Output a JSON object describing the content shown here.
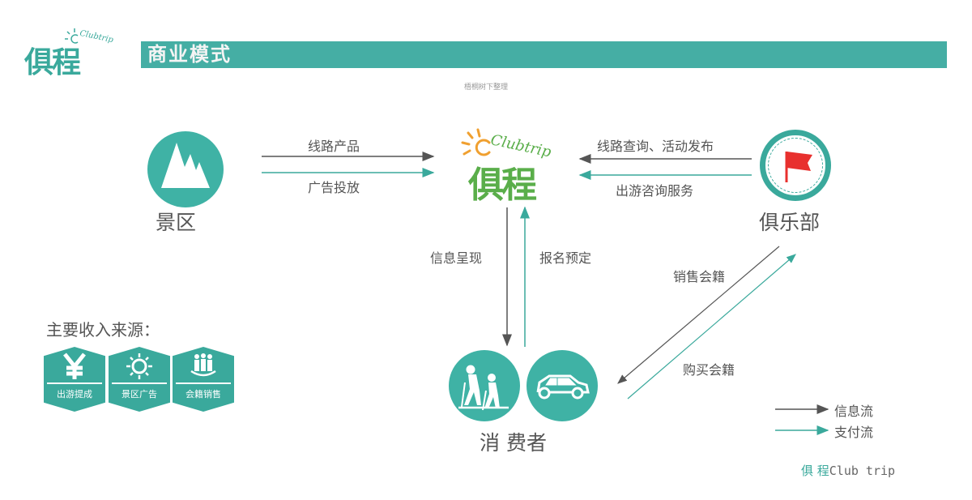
{
  "header": {
    "logo_text": "俱程",
    "logo_sub": "Clubtrip",
    "title": "商业模式",
    "subtitle": "梧桐树下整理"
  },
  "center_logo": {
    "sub": "Clubtrip",
    "main": "俱程"
  },
  "nodes": {
    "scenic": {
      "label": "景区",
      "icon": "mountain-icon"
    },
    "club": {
      "label": "俱乐部",
      "icon": "flag-icon"
    },
    "consumer": {
      "label": "消 费者",
      "icons": [
        "hikers-icon",
        "car-icon"
      ]
    }
  },
  "flows": {
    "scenic_to_center_info": "线路产品",
    "scenic_to_center_pay": "广告投放",
    "club_to_center_info": "线路查询、活动发布",
    "club_to_center_pay": "出游咨询服务",
    "center_to_consumer_info": "信息呈现",
    "consumer_to_center_pay": "报名预定",
    "club_to_consumer_info": "销售会籍",
    "consumer_to_club_pay": "购买会籍"
  },
  "income": {
    "title": "主要收入来源：",
    "items": [
      {
        "label": "出游提成",
        "icon": "yen-icon"
      },
      {
        "label": "景区广告",
        "icon": "sun-icon"
      },
      {
        "label": "会籍销售",
        "icon": "people-icon"
      }
    ]
  },
  "legend": {
    "items": [
      {
        "label": "信息流",
        "color": "#555555"
      },
      {
        "label": "支付流",
        "color": "#3aa99c"
      }
    ]
  },
  "footer": {
    "cn": "俱 程",
    "en": "Club trip"
  },
  "colors": {
    "teal": "#45aea4",
    "info_line": "#555555",
    "pay_line": "#3aa99c",
    "orange": "#f0a030",
    "green": "#5aae4a",
    "flag_red": "#e8302e"
  }
}
